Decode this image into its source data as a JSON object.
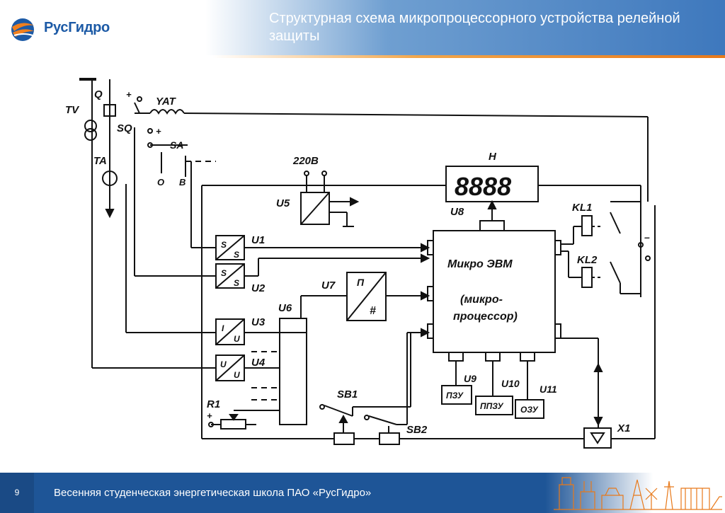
{
  "brand": {
    "name": "РусГидро"
  },
  "header": {
    "title": "Структурная схема микропроцессорного устройства релейной защиты"
  },
  "diagram": {
    "labels": {
      "tv": "TV",
      "q": "Q",
      "sq": "SQ",
      "ta": "TA",
      "yat": "YAT",
      "sa": "SA",
      "pos_o": "О",
      "pos_v": "В",
      "v220": "220В",
      "u5": "U5",
      "h": "H",
      "display": "8888",
      "u1": "U1",
      "u2": "U2",
      "u3": "U3",
      "u4": "U4",
      "u6": "U6",
      "u7": "U7",
      "u8": "U8",
      "u9": "U9",
      "u10": "U10",
      "u11": "U11",
      "kl1": "KL1",
      "kl2": "KL2",
      "r1": "R1",
      "sb1": "SB1",
      "sb2": "SB2",
      "x1": "X1",
      "micro_line1": "Микро ЭВМ",
      "micro_line2": "(микро-",
      "micro_line3": "процессор)",
      "pzu": "ПЗУ",
      "ppzu": "ППЗУ",
      "ozu": "ОЗУ",
      "u3_top": "I",
      "u3_bot": "U",
      "u4_top": "U",
      "u4_bot": "U",
      "u1_sym": "S",
      "u2_sym": "S",
      "u7_top": "П",
      "u7_bot": "#"
    }
  },
  "footer": {
    "page": "9",
    "text": "Весенняя студенческая энергетическая школа ПАО «РусГидро»"
  }
}
